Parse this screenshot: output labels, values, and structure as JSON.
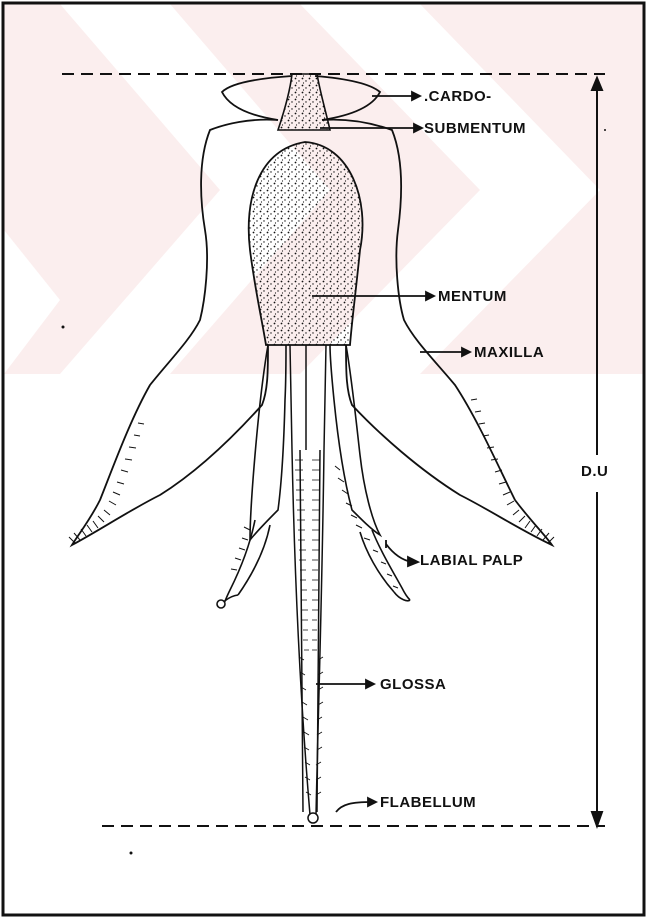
{
  "labels": {
    "cardo": ".CARDO-",
    "submentum": "SUBMENTUM",
    "mentum": "MENTUM",
    "maxilla": "MAXILLA",
    "labial_palp": "LABIAL PALP",
    "glossa": "GLOSSA",
    "flabellum": "FLABELLUM",
    "dimension": "D.U"
  },
  "colors": {
    "ink": "#111111",
    "watermark": "#f7e3e3",
    "frame": "#111111",
    "paper": "#ffffff"
  }
}
